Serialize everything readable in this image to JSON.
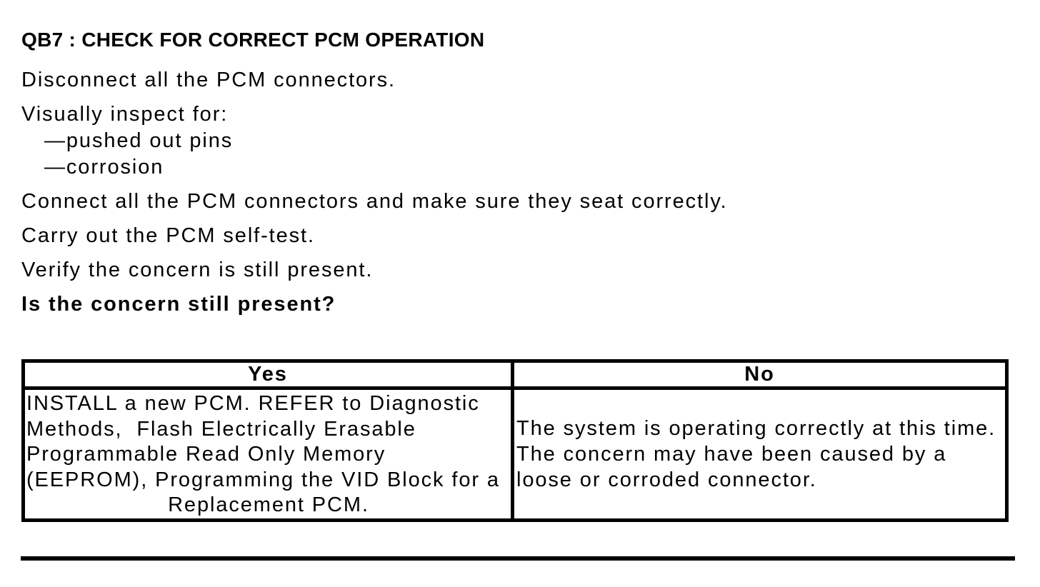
{
  "page": {
    "title": "QB7 : CHECK FOR CORRECT PCM OPERATION"
  },
  "procedure": {
    "steps": [
      {
        "text": "Disconnect all the PCM connectors."
      },
      {
        "text": "Visually inspect for:",
        "sub_items": [
          "—pushed out pins",
          "—corrosion"
        ]
      },
      {
        "text": "Connect all the PCM connectors and make sure they seat correctly."
      },
      {
        "text": "Carry out the PCM self-test."
      },
      {
        "text": "Verify the concern is still present."
      }
    ],
    "question": "Is the concern still present?"
  },
  "results_table": {
    "headers": {
      "yes": "Yes",
      "no": "No"
    },
    "yes_action_lines": [
      "INSTALL a new PCM. REFER to Diagnostic",
      "Methods,  Flash Electrically Erasable",
      "Programmable Read Only Memory",
      "(EEPROM), Programming the VID Block for a",
      "Replacement PCM."
    ],
    "no_action_lines": [
      "The system is operating correctly at this time.",
      "The concern may have been caused by a",
      "loose or corroded connector."
    ]
  },
  "colors": {
    "text": "#000000",
    "background": "#ffffff",
    "table_border": "#000000",
    "rule": "#000000"
  }
}
